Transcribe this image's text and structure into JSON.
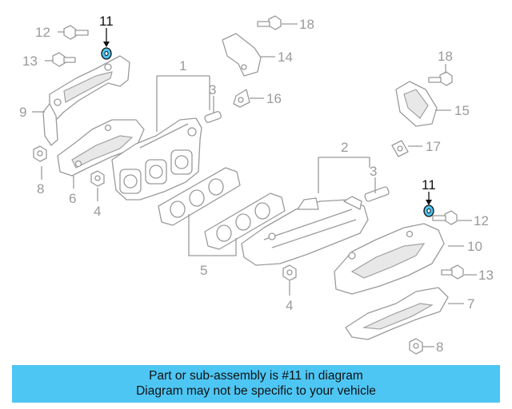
{
  "diagram": {
    "callouts": {
      "c1": "1",
      "c2": "2",
      "c3a": "3",
      "c3b": "3",
      "c4a": "4",
      "c4b": "4",
      "c5": "5",
      "c6": "6",
      "c7": "7",
      "c8a": "8",
      "c8b": "8",
      "c9": "9",
      "c10": "10",
      "c11a": "11",
      "c11b": "11",
      "c12a": "12",
      "c12b": "12",
      "c13a": "13",
      "c13b": "13",
      "c14": "14",
      "c15": "15",
      "c16": "16",
      "c17": "17",
      "c18a": "18",
      "c18b": "18"
    },
    "highlight_color": "#4cc3ee"
  },
  "banner": {
    "line1": "Part or sub-assembly is #11 in diagram",
    "line2": "Diagram may not be specific to your vehicle",
    "background": "#4dc6f4"
  }
}
